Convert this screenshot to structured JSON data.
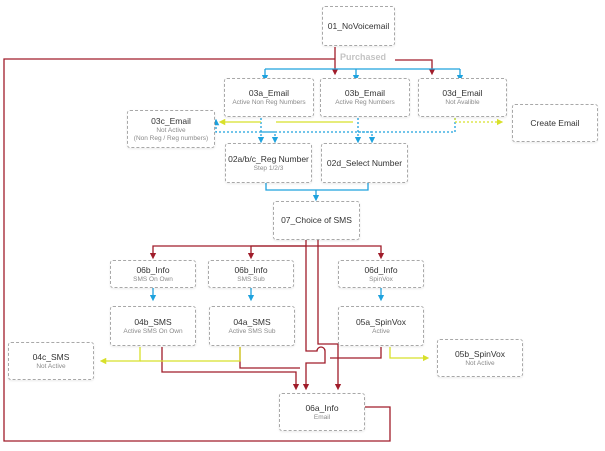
{
  "colors": {
    "red": "#a01c2a",
    "blue": "#1ea2de",
    "yellow": "#d8e02a",
    "border": "#a8a8a8"
  },
  "purchased_label": "Purchased",
  "nodes": {
    "n01": {
      "title": "01_NoVoicemail",
      "sub": ""
    },
    "n03a": {
      "title": "03a_Email",
      "sub": "Active Non Reg Numbers"
    },
    "n03b": {
      "title": "03b_Email",
      "sub": "Active Reg Numbers"
    },
    "n03d": {
      "title": "03d_Email",
      "sub": "Not Avalible"
    },
    "n03c": {
      "title": "03c_Email",
      "sub": "Not Active",
      "sub2": "(Non Reg / Reg numbers)"
    },
    "create_email": {
      "title": "Create Email",
      "sub": ""
    },
    "n02abc": {
      "title": "02a/b/c_Reg Number",
      "sub": "Step 1/2/3"
    },
    "n02d": {
      "title": "02d_Select Number",
      "sub": ""
    },
    "n07": {
      "title": "07_Choice of SMS",
      "sub": ""
    },
    "n06b_own": {
      "title": "06b_Info",
      "sub": "SMS On Own"
    },
    "n06b_sub": {
      "title": "06b_Info",
      "sub": "SMS Sub"
    },
    "n06d": {
      "title": "06d_Info",
      "sub": "SpinVox"
    },
    "n04b": {
      "title": "04b_SMS",
      "sub": "Active SMS On Own"
    },
    "n04a": {
      "title": "04a_SMS",
      "sub": "Active SMS Sub"
    },
    "n05a": {
      "title": "05a_SpinVox",
      "sub": "Active"
    },
    "n04c": {
      "title": "04c_SMS",
      "sub": "Not Active"
    },
    "n05b": {
      "title": "05b_SpinVox",
      "sub": "Not Active"
    },
    "n06a": {
      "title": "06a_Info",
      "sub": "Email"
    }
  }
}
